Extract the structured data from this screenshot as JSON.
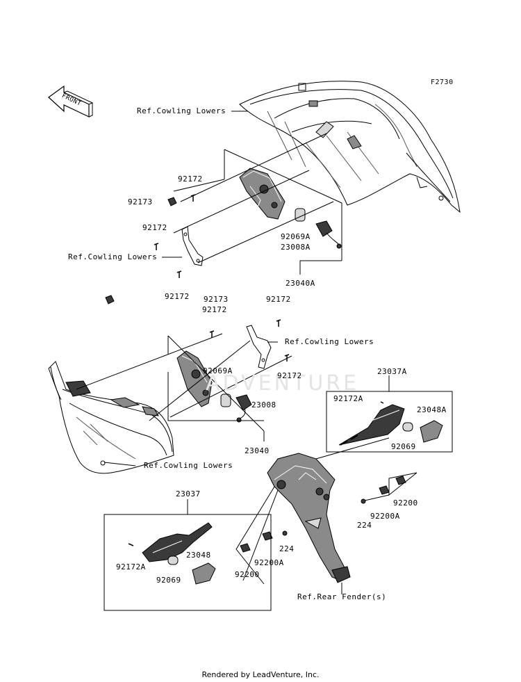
{
  "diagram": {
    "figure_code": "F2730",
    "front_label": "FRONT",
    "watermark": "ADVENTURE",
    "footer": "Rendered by LeadVenture, Inc.",
    "colors": {
      "line": "#000000",
      "shade": "#8a8a8a",
      "dark": "#3a3a3a",
      "light": "#d8d8d8"
    },
    "labels": {
      "ref_cowling_1": "Ref.Cowling Lowers",
      "ref_cowling_2": "Ref.Cowling Lowers",
      "ref_cowling_3": "Ref.Cowling Lowers",
      "ref_cowling_4": "Ref.Cowling Lowers",
      "ref_rear_fender": "Ref.Rear Fender(s)",
      "p92172_a": "92172",
      "p92173_a": "92173",
      "p92172_b": "92172",
      "p92172_c": "92172",
      "p92069A_a": "92069A",
      "p23008A": "23008A",
      "p23040A": "23040A",
      "p92173_b": "92173",
      "p92172_d": "92172",
      "p92172_e": "92172",
      "p92069A_b": "92069A",
      "p92172_f": "92172",
      "p23008": "23008",
      "p23040": "23040",
      "p23037A": "23037A",
      "p92172A_a": "92172A",
      "p23048A": "23048A",
      "p92069_a": "92069",
      "p92200_a": "92200",
      "p224_a": "224",
      "p92200A_a": "92200A",
      "p23037": "23037",
      "p224_b": "224",
      "p92200A_b": "92200A",
      "p92200_b": "92200",
      "p92172A_b": "92172A",
      "p23048": "23048",
      "p92069_b": "92069"
    }
  }
}
